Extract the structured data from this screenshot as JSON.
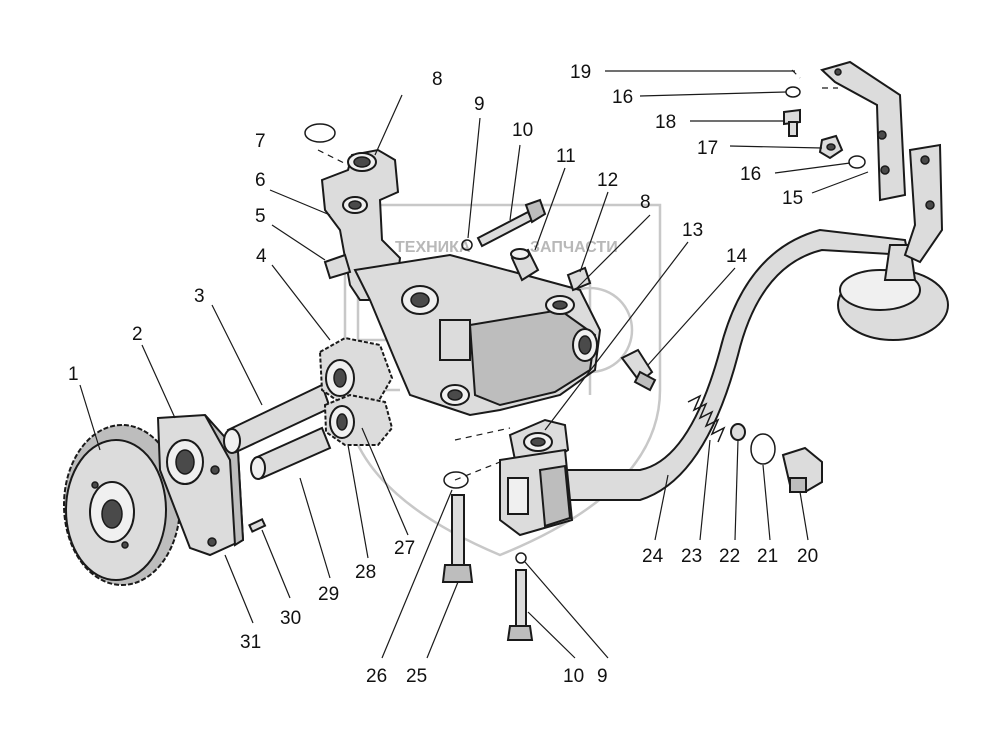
{
  "watermark": {
    "left_text": "ТЕХНИКА",
    "right_text": "ЗАПЧАСТИ"
  },
  "callouts": [
    {
      "id": "c1",
      "label": "1"
    },
    {
      "id": "c2",
      "label": "2"
    },
    {
      "id": "c3",
      "label": "3"
    },
    {
      "id": "c4",
      "label": "4"
    },
    {
      "id": "c5",
      "label": "5"
    },
    {
      "id": "c6",
      "label": "6"
    },
    {
      "id": "c7",
      "label": "7"
    },
    {
      "id": "c8a",
      "label": "8"
    },
    {
      "id": "c8b",
      "label": "8"
    },
    {
      "id": "c9a",
      "label": "9"
    },
    {
      "id": "c9b",
      "label": "9"
    },
    {
      "id": "c10a",
      "label": "10"
    },
    {
      "id": "c10b",
      "label": "10"
    },
    {
      "id": "c11",
      "label": "11"
    },
    {
      "id": "c12",
      "label": "12"
    },
    {
      "id": "c13",
      "label": "13"
    },
    {
      "id": "c14",
      "label": "14"
    },
    {
      "id": "c15",
      "label": "15"
    },
    {
      "id": "c16a",
      "label": "16"
    },
    {
      "id": "c16b",
      "label": "16"
    },
    {
      "id": "c17",
      "label": "17"
    },
    {
      "id": "c18",
      "label": "18"
    },
    {
      "id": "c19",
      "label": "19"
    },
    {
      "id": "c20",
      "label": "20"
    },
    {
      "id": "c21",
      "label": "21"
    },
    {
      "id": "c22",
      "label": "22"
    },
    {
      "id": "c23",
      "label": "23"
    },
    {
      "id": "c24",
      "label": "24"
    },
    {
      "id": "c25",
      "label": "25"
    },
    {
      "id": "c26",
      "label": "26"
    },
    {
      "id": "c27",
      "label": "27"
    },
    {
      "id": "c28",
      "label": "28"
    },
    {
      "id": "c29",
      "label": "29"
    },
    {
      "id": "c30",
      "label": "30"
    },
    {
      "id": "c31",
      "label": "31"
    }
  ]
}
